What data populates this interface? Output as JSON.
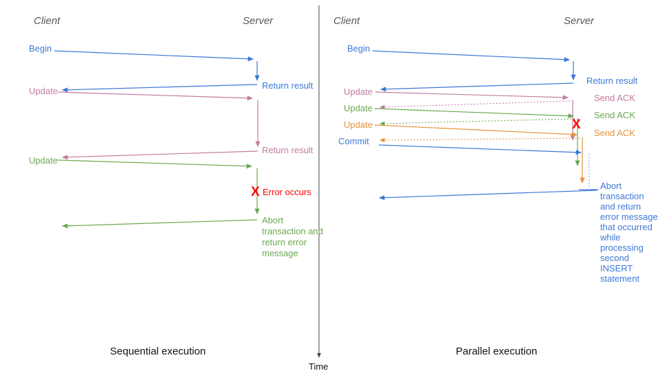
{
  "colors": {
    "blue": "#3c78d8",
    "light_blue": "#7da7e8",
    "pink": "#c27ba0",
    "green": "#6aa84f",
    "orange": "#e69138",
    "red": "#ff0000",
    "gray": "#595959",
    "black": "#111111",
    "dark": "#444444"
  },
  "divider": {
    "time_label": "Time"
  },
  "left_panel": {
    "caption": "Sequential execution",
    "client": "Client",
    "server": "Server",
    "begin": "Begin",
    "return_result_1": "Return result",
    "update_1": "Update",
    "return_result_2": "Return result",
    "update_2": "Update",
    "error_mark": "X",
    "error_label": "Error occurs",
    "abort_label": "Abort transaction and return error message"
  },
  "right_panel": {
    "caption": "Parallel execution",
    "client": "Client",
    "server": "Server",
    "begin": "Begin",
    "return_result": "Return result",
    "update_1": "Update",
    "update_2": "Update",
    "update_3": "Update",
    "commit": "Commit",
    "send_ack_1": "Send ACK",
    "send_ack_2": "Send ACK",
    "send_ack_3": "Send ACK",
    "error_mark": "X",
    "abort_label": "Abort transaction and return error message that occurred while processing second INSERT statement"
  }
}
